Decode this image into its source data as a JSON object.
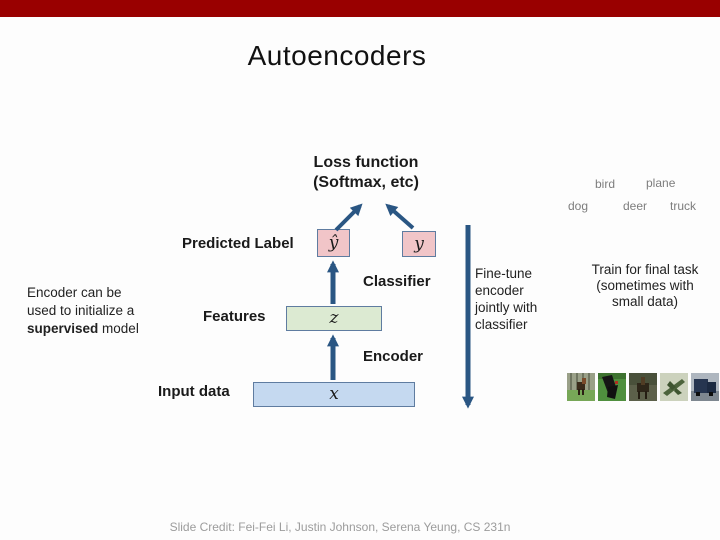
{
  "slide": {
    "title": "Autoencoders",
    "credit": "Slide Credit: Fei-Fei Li, Justin Johnson, Serena Yeung, CS 231n"
  },
  "diagram": {
    "loss_label": "Loss function\n(Softmax, etc)",
    "predicted_label": "Predicted Label",
    "classifier_label": "Classifier",
    "features_label": "Features",
    "encoder_label": "Encoder",
    "input_data_label": "Input data",
    "yhat_symbol": "ŷ",
    "y_symbol": "y",
    "z_symbol": "z",
    "x_symbol": "x"
  },
  "notes": {
    "left_line1": "Encoder can be",
    "left_line2": "used to initialize a",
    "left_bold": "supervised",
    "left_rest": " model",
    "fine_tune": "Fine-tune\nencoder\njointly with\nclassifier",
    "train": "Train for final task\n(sometimes with\nsmall data)"
  },
  "class_labels": [
    "bird",
    "plane",
    "dog",
    "deer",
    "truck"
  ],
  "thumbnails": [
    "dog photo",
    "rooster photo",
    "deer photo",
    "plane photo",
    "truck photo"
  ],
  "colors": {
    "top_bar": "#990000",
    "arrow": "#2a5683",
    "box_pink": "#f1c5c8",
    "box_green": "#dcead2",
    "box_blue": "#c5d9f0",
    "box_border": "#5f7ca0",
    "gray_text": "#7d7d7d",
    "credit_text": "#9c9c9c"
  }
}
